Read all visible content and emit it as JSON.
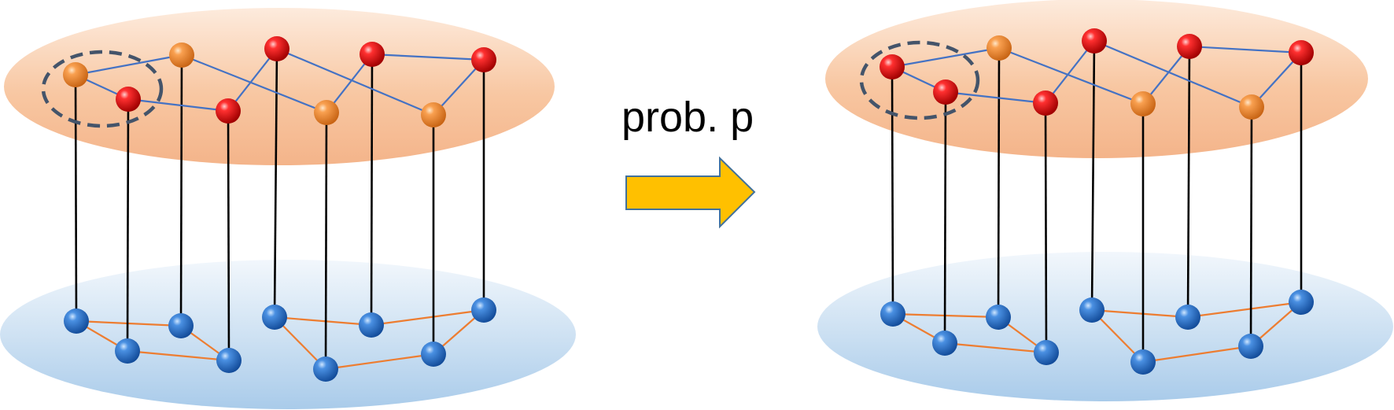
{
  "transition": {
    "label": "prob. p",
    "arrow_fill": "#FFC000",
    "arrow_stroke": "#41719C"
  },
  "colors": {
    "upper_layer": "#F4B183",
    "lower_layer": "#9DC3E6",
    "upper_edge": "#4472C4",
    "lower_edge": "#ED7D31",
    "interlayer_edge": "#000000",
    "node_red": "#E00000",
    "node_orange": "#F08A2C",
    "node_blue": "#2E74C9",
    "selection_ring": "#44546A"
  },
  "panels": [
    {
      "id": "before",
      "upper_node_colors": [
        "orange",
        "red",
        "orange",
        "red",
        "red",
        "orange",
        "red",
        "orange",
        "red"
      ],
      "highlighted_nodes": [
        0,
        1
      ]
    },
    {
      "id": "after",
      "upper_node_colors": [
        "red",
        "red",
        "orange",
        "red",
        "red",
        "orange",
        "red",
        "orange",
        "red"
      ],
      "highlighted_nodes": [
        0,
        1
      ]
    }
  ],
  "upper_edges": [
    [
      0,
      1
    ],
    [
      0,
      2
    ],
    [
      1,
      3
    ],
    [
      2,
      5
    ],
    [
      3,
      4
    ],
    [
      4,
      7
    ],
    [
      5,
      6
    ],
    [
      6,
      8
    ],
    [
      7,
      8
    ]
  ],
  "lower_edges": [
    [
      0,
      1
    ],
    [
      0,
      2
    ],
    [
      1,
      3
    ],
    [
      2,
      3
    ],
    [
      4,
      5
    ],
    [
      4,
      6
    ],
    [
      5,
      7
    ],
    [
      6,
      8
    ],
    [
      7,
      8
    ]
  ]
}
